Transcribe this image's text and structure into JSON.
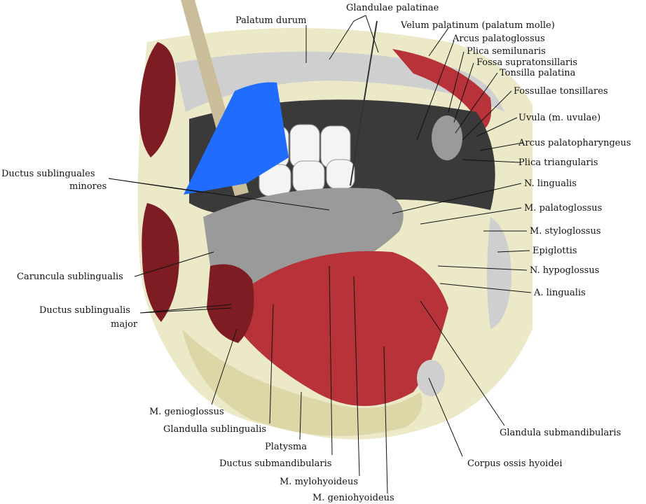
{
  "colors": {
    "background": "#ffffff",
    "label_text": "#111111",
    "leader_line": "#111111",
    "muscle_red": "#b8323a",
    "muscle_dark": "#7e1c24",
    "gland_gray": "#9a9a9a",
    "gland_light": "#cfcfcf",
    "cavity_dark": "#3a3a3a",
    "bone_cream": "#ece9c8",
    "teeth_white": "#f4f4f4",
    "probe_tan": "#c9bd9a",
    "overlay_blue": "#1f6cff"
  },
  "labels": [
    {
      "id": "glandulae-palatinae",
      "text": "Glandulae palatinae"
    },
    {
      "id": "palatum-durum",
      "text": "Palatum durum"
    },
    {
      "id": "velum-palatinum",
      "text": "Velum palatinum (palatum molle)"
    },
    {
      "id": "arcus-palatoglossus",
      "text": "Arcus palatoglossus"
    },
    {
      "id": "plica-semilunaris",
      "text": "Plica semilunaris"
    },
    {
      "id": "fossa-supratonsillaris",
      "text": "Fossa supratonsillaris"
    },
    {
      "id": "tonsilla-palatina",
      "text": "Tonsilla palatina"
    },
    {
      "id": "fossullae-tonsillares",
      "text": "Fossullae tonsillares"
    },
    {
      "id": "uvula",
      "text": "Uvula (m. uvulae)"
    },
    {
      "id": "arcus-palatopharyngeus",
      "text": "Arcus palatopharyngeus"
    },
    {
      "id": "plica-triangularis",
      "text": "Plica triangularis"
    },
    {
      "id": "n-lingualis",
      "text": "N. lingualis"
    },
    {
      "id": "m-palatoglossus",
      "text": "M. palatoglossus"
    },
    {
      "id": "m-styloglossus",
      "text": "M. styloglossus"
    },
    {
      "id": "epiglottis",
      "text": "Epiglottis"
    },
    {
      "id": "n-hypoglossus",
      "text": "N. hypoglossus"
    },
    {
      "id": "a-lingualis",
      "text": "A. lingualis"
    },
    {
      "id": "ductus-sublinguales-minores-1",
      "text": "Ductus sublinguales"
    },
    {
      "id": "ductus-sublinguales-minores-2",
      "text": "minores"
    },
    {
      "id": "caruncula-sublingualis",
      "text": "Caruncula sublingualis"
    },
    {
      "id": "ductus-sublingualis-major-1",
      "text": "Ductus sublingualis"
    },
    {
      "id": "ductus-sublingualis-major-2",
      "text": "major"
    },
    {
      "id": "m-genioglossus",
      "text": "M. genioglossus"
    },
    {
      "id": "glandulla-sublingualis",
      "text": "Glandulla sublingualis"
    },
    {
      "id": "platysma",
      "text": "Platysma"
    },
    {
      "id": "ductus-submandibularis",
      "text": "Ductus submandibularis"
    },
    {
      "id": "m-mylohyoideus",
      "text": "M. mylohyoideus"
    },
    {
      "id": "m-geniohyoideus",
      "text": "M. geniohyoideus"
    },
    {
      "id": "glandula-submandibularis",
      "text": "Glandula submandibularis"
    },
    {
      "id": "corpus-ossis-hyoidei",
      "text": "Corpus ossis hyoidei"
    }
  ]
}
